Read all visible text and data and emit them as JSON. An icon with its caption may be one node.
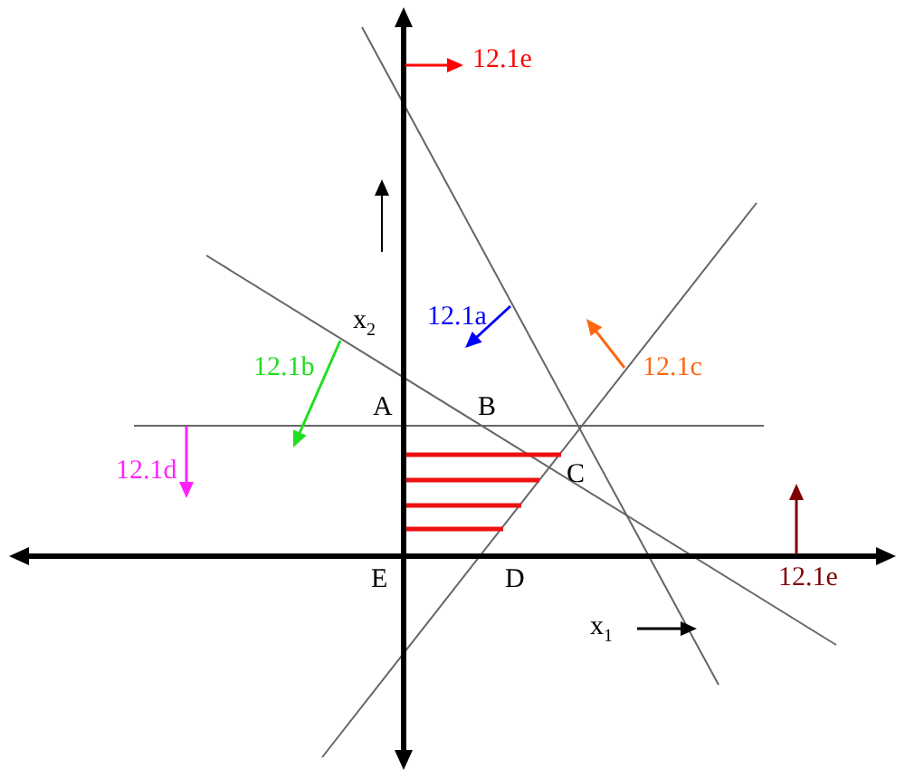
{
  "diagram": {
    "labels": [
      "12.1e",
      "x$_{2}$",
      "12.1a",
      "12.1b",
      "12.1c",
      "A",
      "B",
      "12.1d",
      "C",
      "E",
      "D",
      "12.1e",
      "x$_{1}$"
    ]
  }
}
